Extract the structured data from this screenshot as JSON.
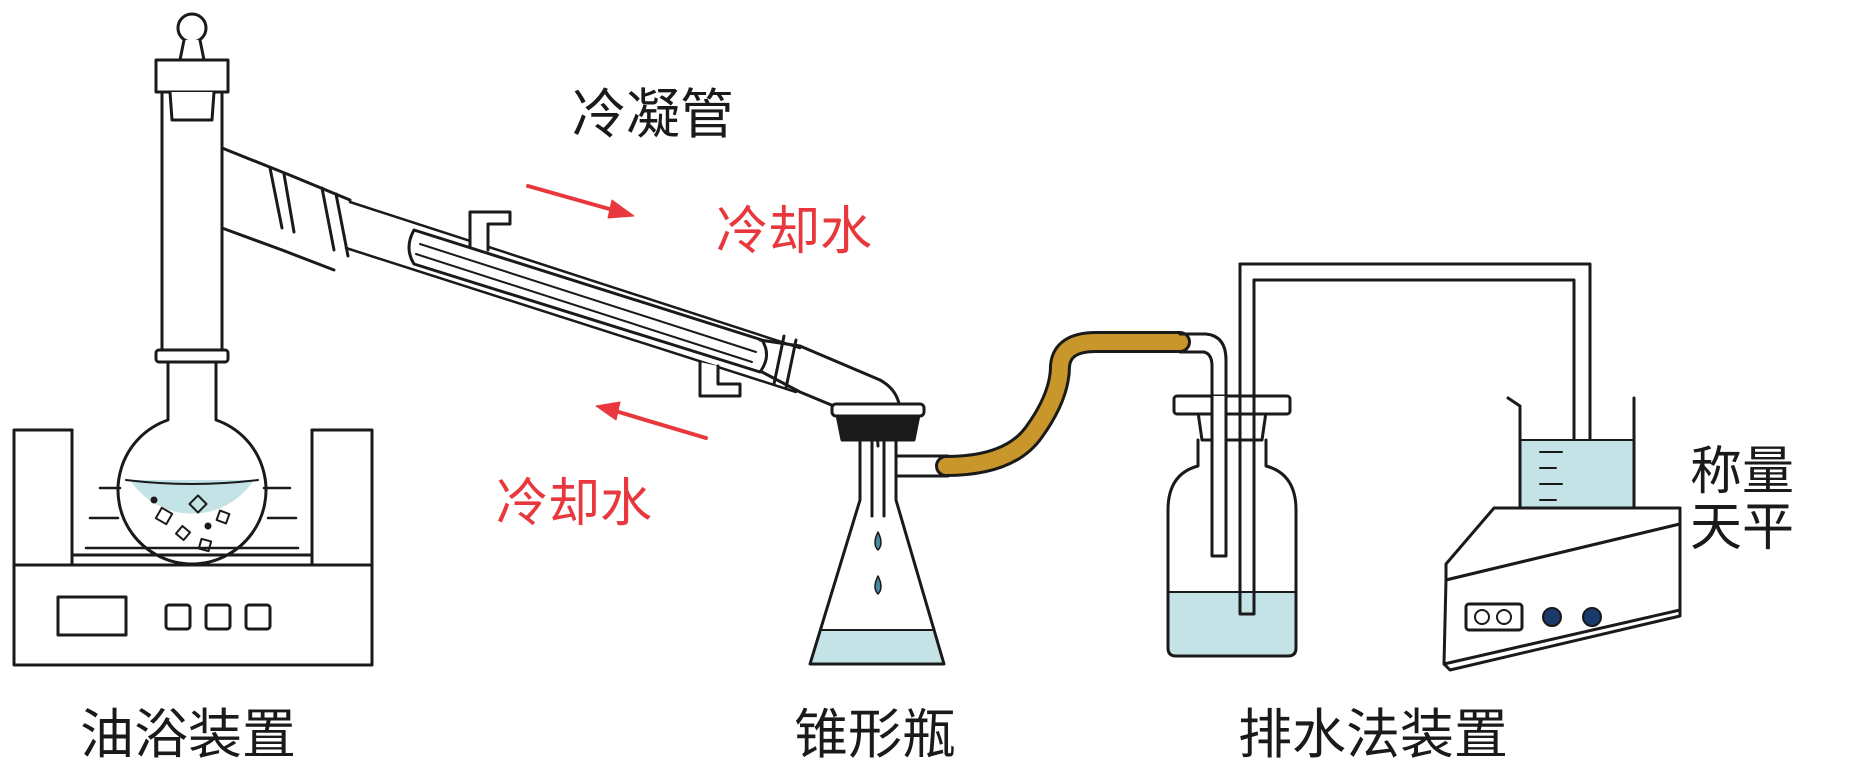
{
  "labels": {
    "condenser": "冷凝管",
    "cooling_water_in": "冷却水",
    "cooling_water_out": "冷却水",
    "oil_bath": "油浴装置",
    "conical_flask": "锥形瓶",
    "water_displacement": "排水法装置",
    "balance_line1": "称量",
    "balance_line2": "天平"
  },
  "colors": {
    "line": "#1a1a1a",
    "water": "#c4e3e6",
    "arrow": "#e8383d",
    "rubber_tube": "#c8962a"
  }
}
